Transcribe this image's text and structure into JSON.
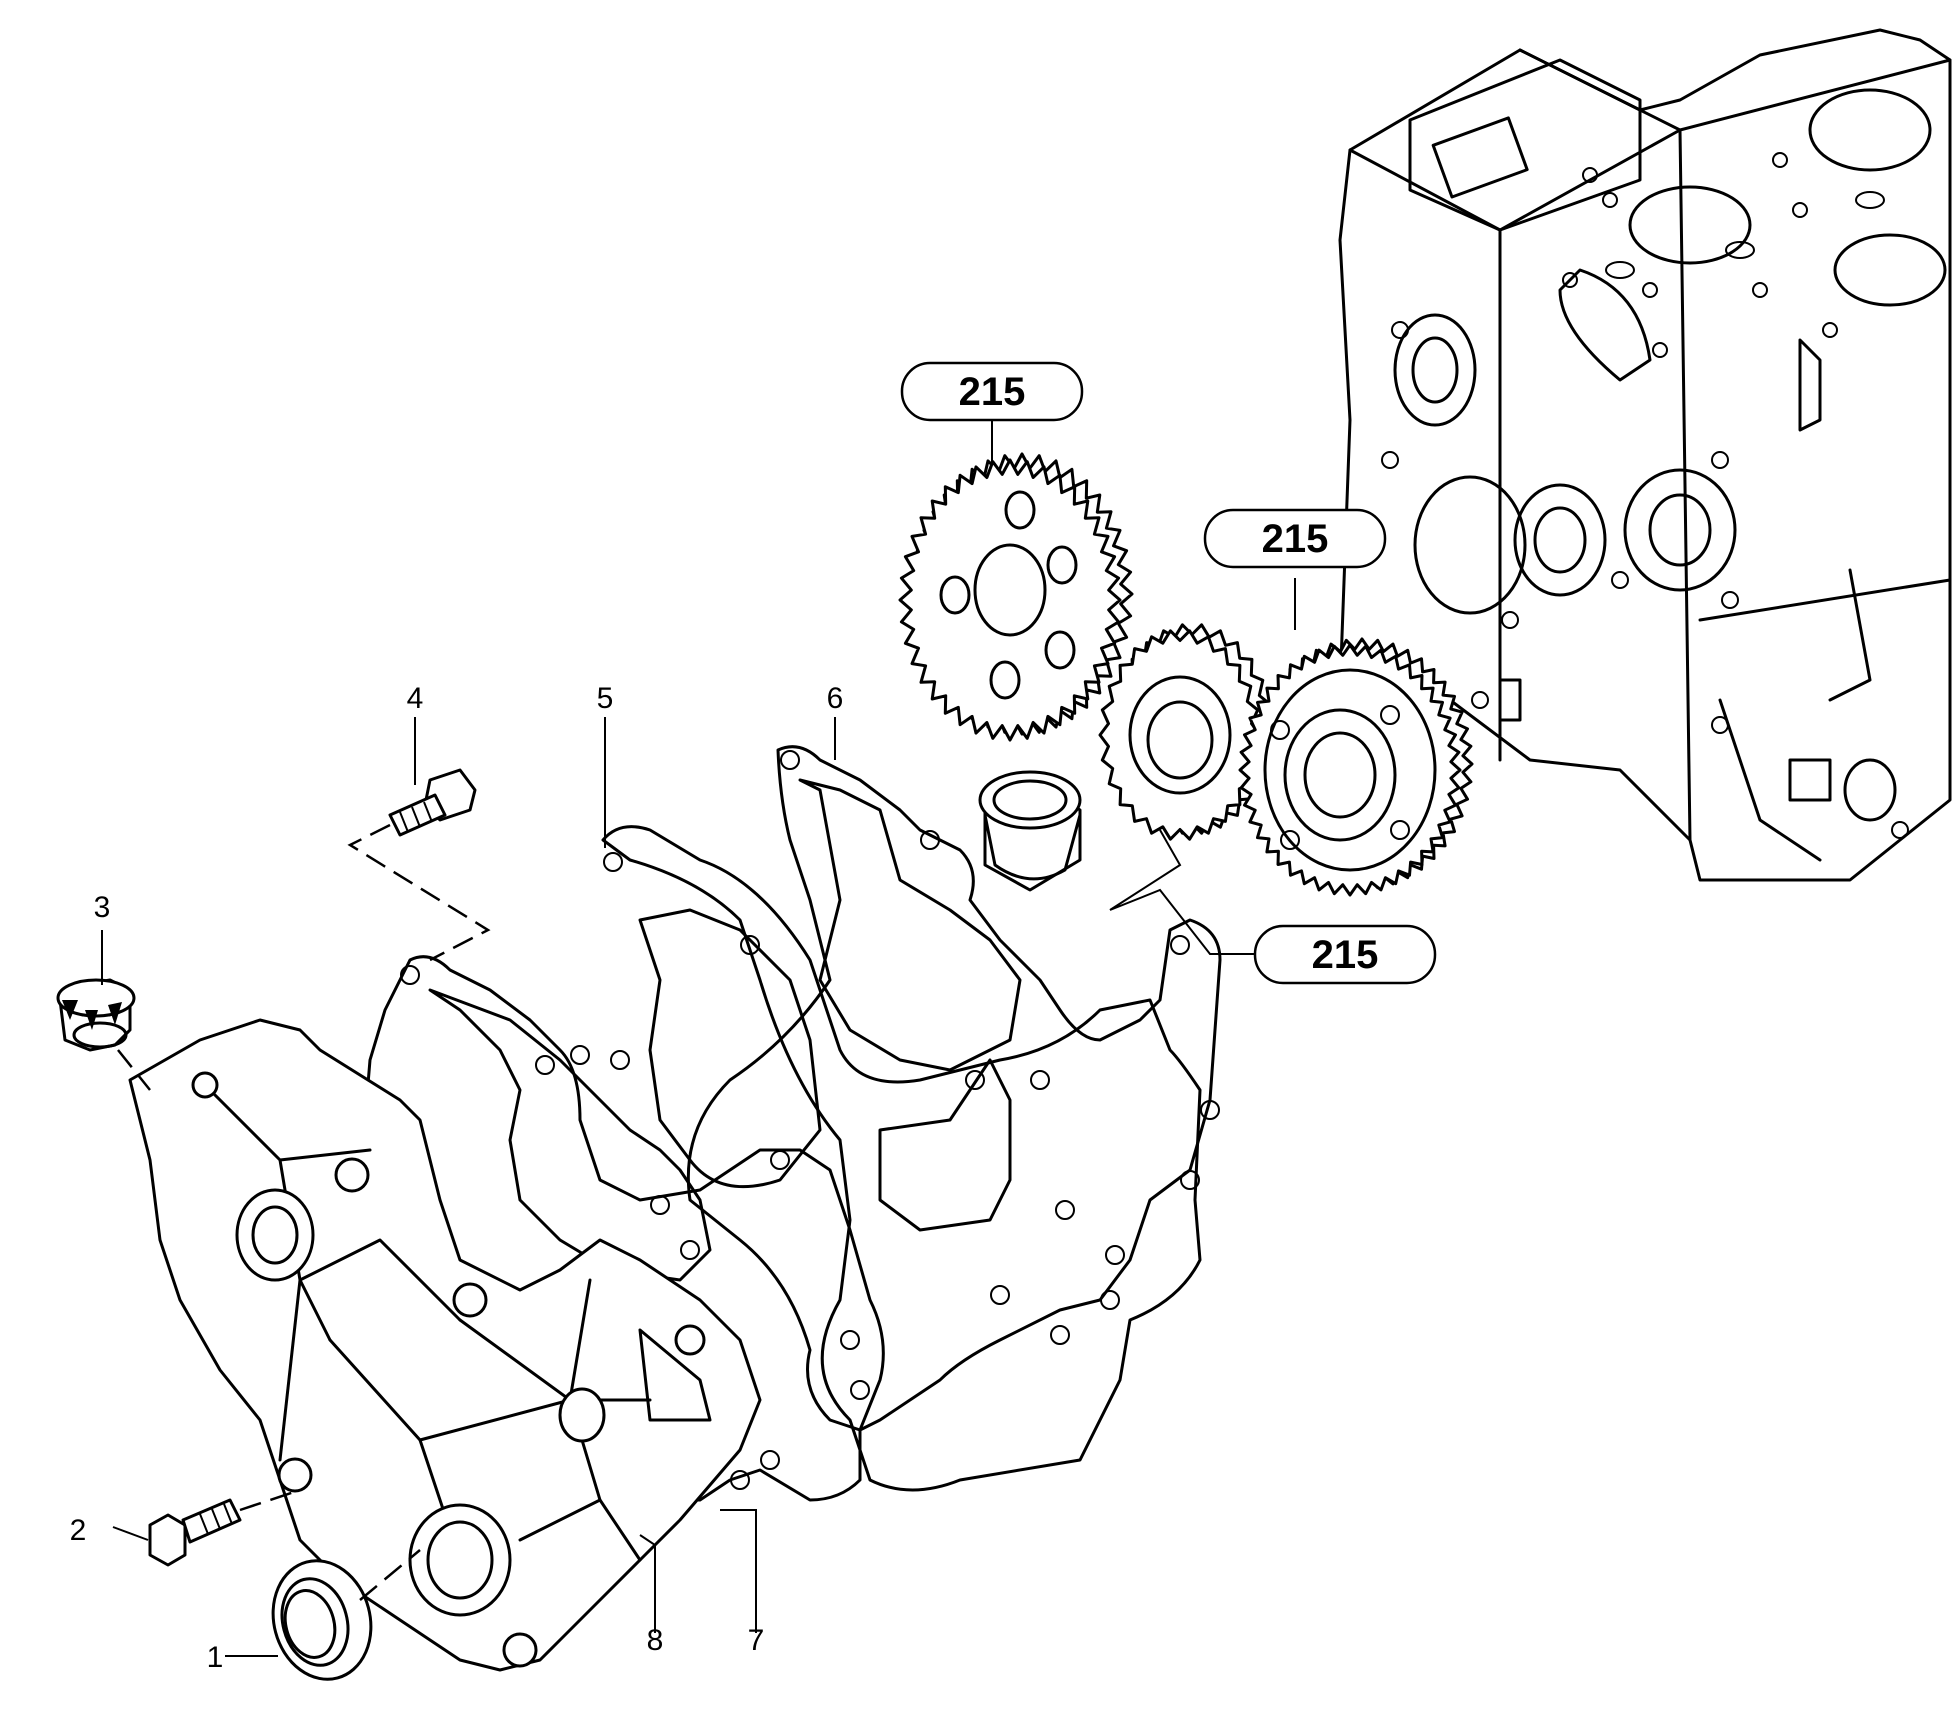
{
  "callouts": {
    "p1": "1",
    "p2": "2",
    "p3": "3",
    "p4": "4",
    "p5": "5",
    "p6": "6",
    "p7": "7",
    "p8": "8"
  },
  "references": {
    "gear_top": "215",
    "gear_right": "215",
    "bushing": "215"
  }
}
